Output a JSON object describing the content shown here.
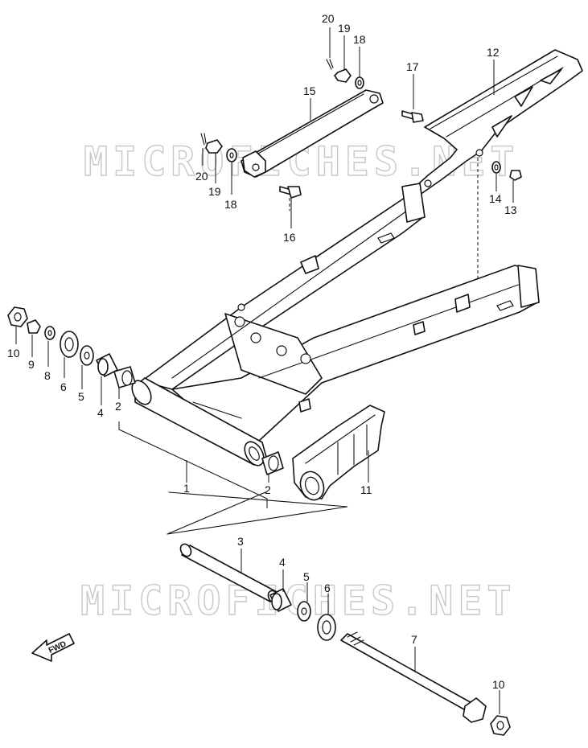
{
  "watermarks": [
    "MICROFICHES.NET",
    "MICROFICHES.NET"
  ],
  "fwd_label": "FWD",
  "callouts": {
    "c20a": "20",
    "c19a": "19",
    "c18a": "18",
    "c17": "17",
    "c12": "12",
    "c15": "15",
    "c20b": "20",
    "c19b": "19",
    "c18b": "18",
    "c14": "14",
    "c13": "13",
    "c16": "16",
    "c10a": "10",
    "c9": "9",
    "c8": "8",
    "c6a": "6",
    "c5a": "5",
    "c4a": "4",
    "c2a": "2",
    "c1": "1",
    "c2b": "2",
    "c11": "11",
    "c3": "3",
    "c4b": "4",
    "c5b": "5",
    "c6b": "6",
    "c7": "7",
    "c10b": "10"
  }
}
